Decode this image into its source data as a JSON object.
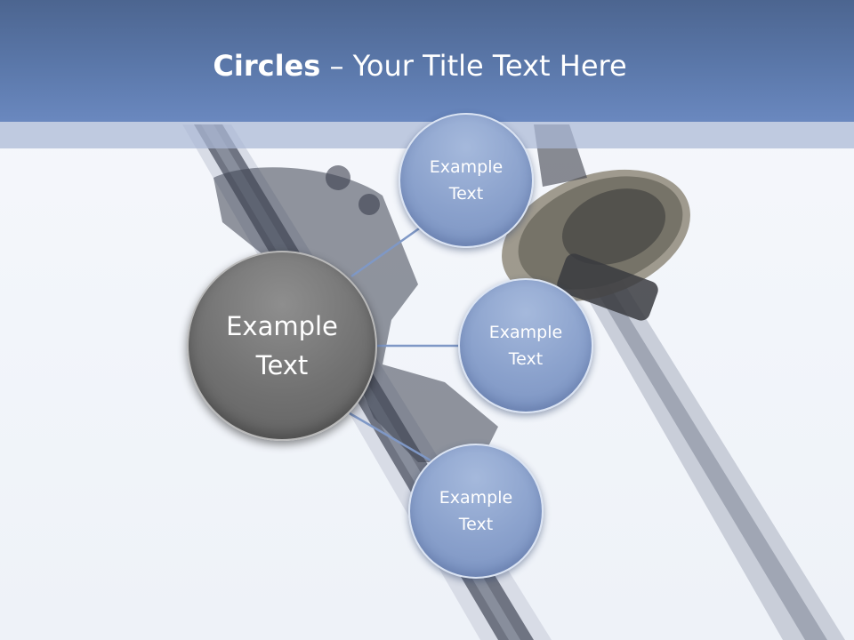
{
  "title": {
    "bold": "Circles",
    "rest": " – Your Title Text Here"
  },
  "colors": {
    "header": "#5b78aa",
    "center_circle": "#717171",
    "satellite_circle": "#8aa1cc",
    "connector": "#7f98c6"
  },
  "diagram": {
    "center": {
      "label": "Example\nText"
    },
    "satellites": [
      {
        "label": "Example\nText"
      },
      {
        "label": "Example\nText"
      },
      {
        "label": "Example\nText"
      }
    ]
  }
}
